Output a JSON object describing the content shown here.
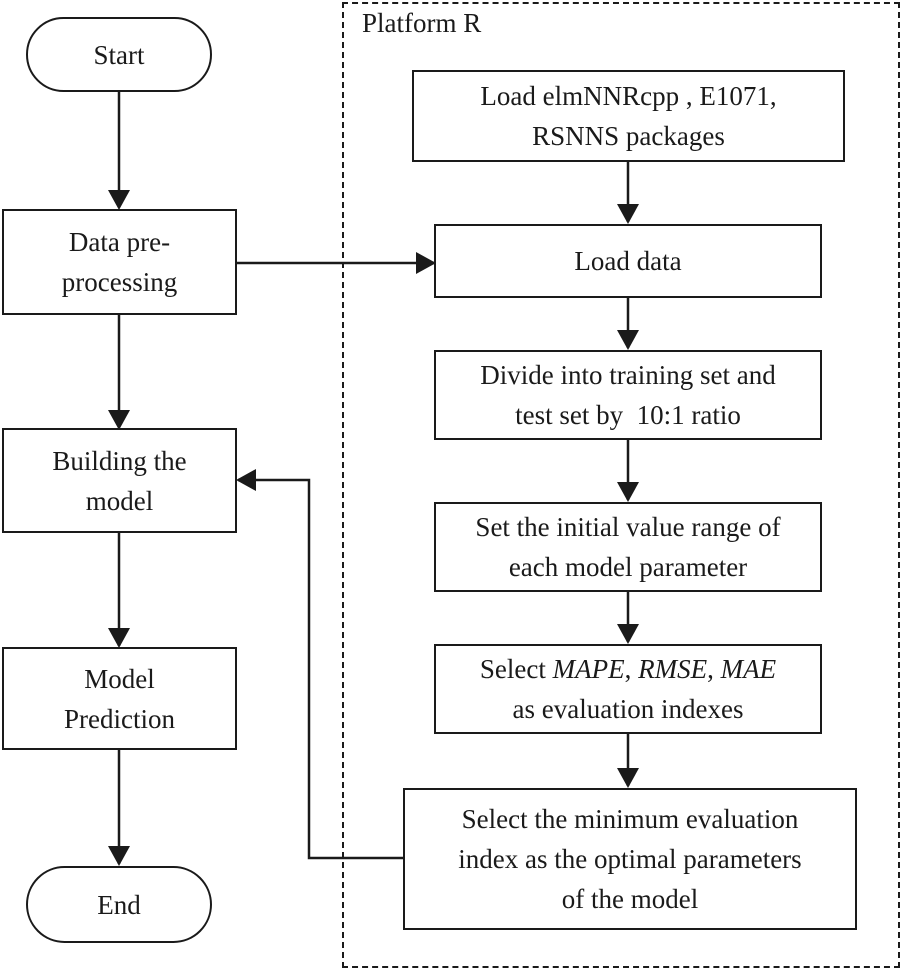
{
  "platform": {
    "label": "Platform R"
  },
  "left_flow": {
    "start": "Start",
    "preprocessing": [
      "Data pre-",
      "processing"
    ],
    "building": [
      "Building the",
      "model"
    ],
    "prediction": [
      "Model",
      "Prediction"
    ],
    "end": "End"
  },
  "right_flow": {
    "load_packages": [
      "Load elmNNRcpp , E1071,",
      "RSNNS packages"
    ],
    "load_data": "Load data",
    "divide": [
      "Divide into training set and",
      "test set by  10:1 ratio"
    ],
    "set_range": [
      "Set the initial value range of",
      "each model parameter"
    ],
    "select_indexes": {
      "prefix": "Select ",
      "m1": "MAPE",
      "sep1": ", ",
      "m2": "RMSE",
      "sep2": ", ",
      "m3": "MAE",
      "line2": "as evaluation indexes"
    },
    "select_min": [
      "Select the minimum evaluation",
      "index as the optimal parameters",
      "of the model"
    ]
  }
}
